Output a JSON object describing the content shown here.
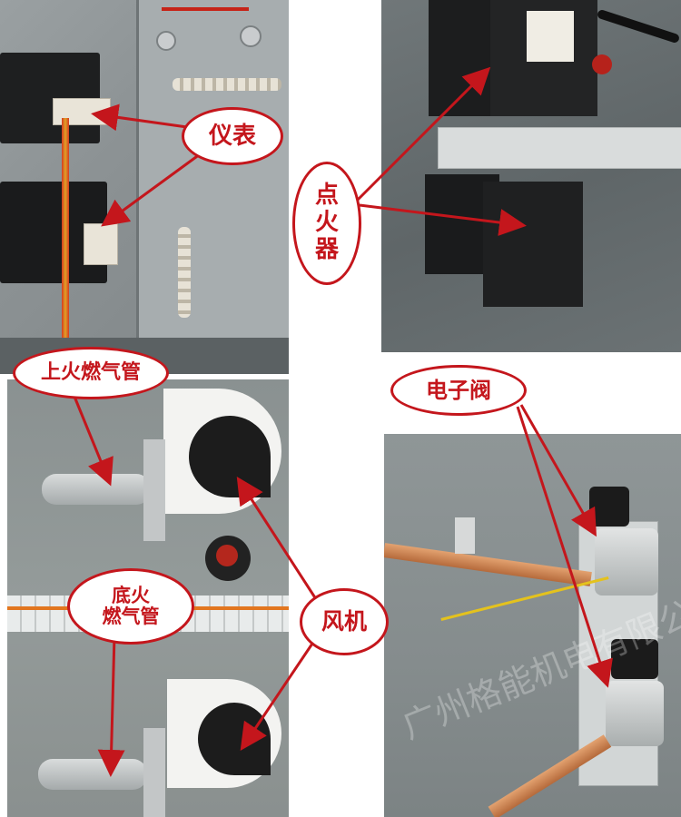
{
  "labels": {
    "meter": "仪表",
    "igniter": "点火器",
    "upper_gas_pipe": "上火燃气管",
    "bottom_gas_pipe_line1": "底火",
    "bottom_gas_pipe_line2": "燃气管",
    "fan": "风机",
    "solenoid_valve": "电子阀"
  },
  "watermark": "广州格能机电有限公司",
  "colors": {
    "annotation": "#c4161c"
  }
}
